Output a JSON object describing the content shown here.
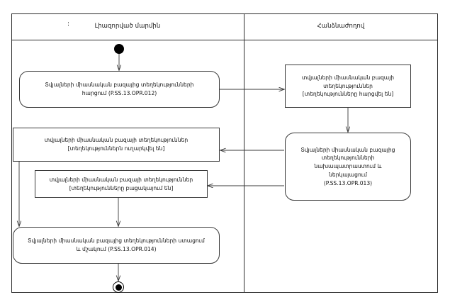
{
  "diagram": {
    "type": "uml-activity-diagram",
    "lanes": [
      {
        "id": "lane-left",
        "prefix": ":",
        "title": "Լիազորված մարմին"
      },
      {
        "id": "lane-right",
        "prefix": "",
        "title": "Հանձնաժողով"
      }
    ],
    "nodes": {
      "initial": {
        "kind": "initial-node",
        "lane": "lane-left"
      },
      "final": {
        "kind": "final-node",
        "lane": "lane-left"
      },
      "action_request": {
        "kind": "action",
        "lane": "lane-left",
        "lines": [
          "Տվյալների միասնական բազայից տեղեկությունների",
          "հարցում (P.SS.13.OPR.012)"
        ]
      },
      "object_requested": {
        "kind": "object",
        "lane": "lane-right",
        "lines": [
          "տվյալների միասնական բազայի",
          "տեղեկություններ",
          "[տեղեկությունները հարցվել են]"
        ]
      },
      "action_prepare": {
        "kind": "action",
        "lane": "lane-right",
        "lines": [
          "Տվյալների միասնական բազայից",
          "տեղեկությունների",
          "նախապատրաստում և",
          "ներկայացում",
          "(P.SS.13.OPR.013)"
        ]
      },
      "object_sent": {
        "kind": "object",
        "lane": "lane-left",
        "lines": [
          "տվյալների միասնական բազայի տեղեկություններ",
          "[տեղեկություններն ուղարկվել են]"
        ]
      },
      "object_absent": {
        "kind": "object",
        "lane": "lane-left",
        "lines": [
          "տվյալների միասնական բազայի տեղեկություններ",
          "[տեղեկությունները բացակայում են]"
        ]
      },
      "action_receive": {
        "kind": "action",
        "lane": "lane-left",
        "lines": [
          "Տվյալների միասնական բազայից տեղեկությունների ստացում",
          "և մշակում (P.SS.13.OPR.014)"
        ]
      }
    },
    "edges": [
      {
        "from": "initial",
        "to": "action_request"
      },
      {
        "from": "action_request",
        "to": "object_requested"
      },
      {
        "from": "object_requested",
        "to": "action_prepare"
      },
      {
        "from": "action_prepare",
        "to": "object_sent"
      },
      {
        "from": "action_prepare",
        "to": "object_absent"
      },
      {
        "from": "object_sent",
        "to": "action_receive"
      },
      {
        "from": "object_absent",
        "to": "action_receive"
      },
      {
        "from": "action_receive",
        "to": "final"
      }
    ],
    "colors": {
      "line": "#3a3a3a",
      "frame": "#2b2b2b",
      "text": "#111111",
      "background": "#ffffff",
      "node_fill": "#ffffff"
    }
  }
}
